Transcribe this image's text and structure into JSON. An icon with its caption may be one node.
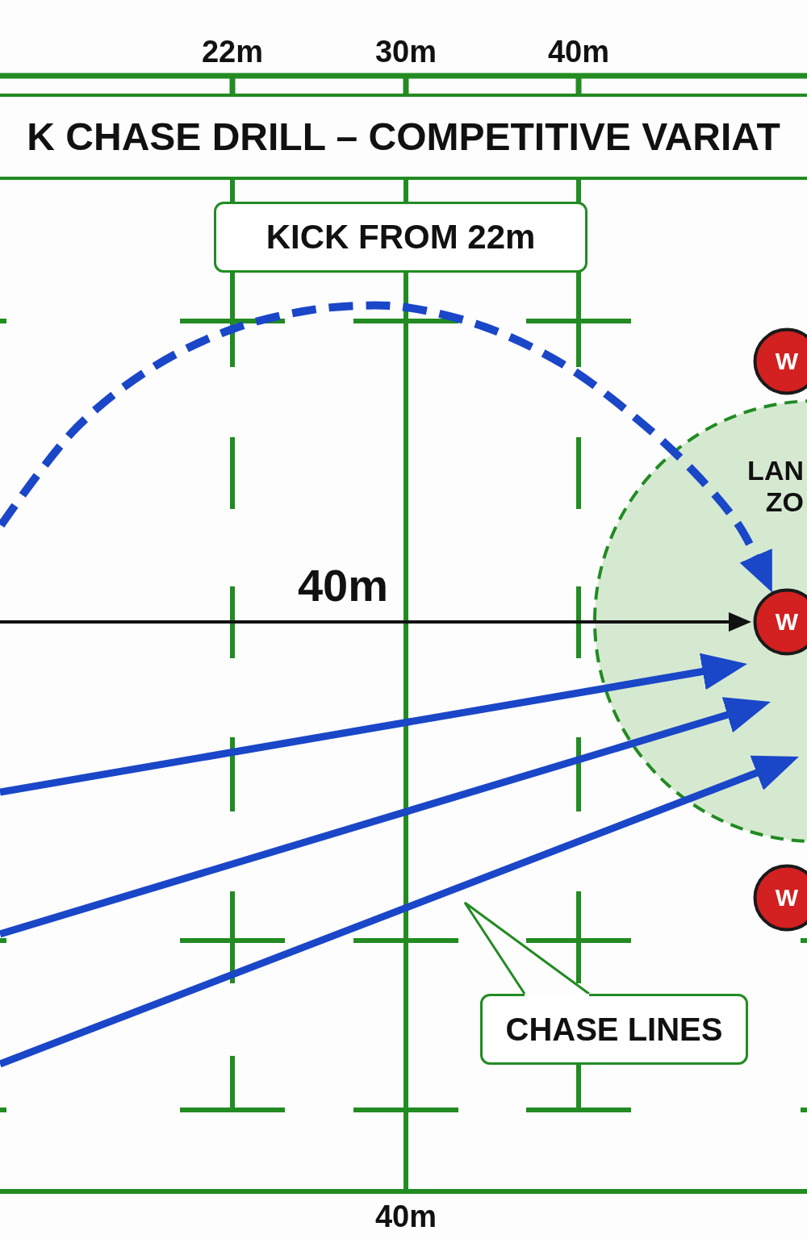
{
  "diagram": {
    "title": "K CHASE DRILL – COMPETITIVE VARIAT",
    "nodes": [
      {
        "text": [
          "KICK FROM 22m"
        ]
      },
      {
        "text": [
          "W"
        ]
      },
      {
        "text": [
          "LAN ZO"
        ]
      },
      {
        "text": [
          "W"
        ],
        "in": 2
      },
      {
        "text": [
          "W"
        ]
      },
      {
        "text": [
          "CHASE LINES"
        ]
      }
    ],
    "edges": [
      {
        "from": null,
        "to": 3,
        "arrow": "to",
        "style": "dashed"
      },
      {
        "from": null,
        "to": 2,
        "arrow": "to"
      },
      {
        "from": null,
        "to": 2,
        "arrow": "to"
      },
      {
        "from": null,
        "to": 2,
        "arrow": "to"
      },
      {
        "from": 5,
        "to": null,
        "arrow": "none",
        "color": "#228b22"
      }
    ],
    "labels": [
      "22m",
      "30m",
      "40m",
      "40m",
      "40m"
    ]
  }
}
